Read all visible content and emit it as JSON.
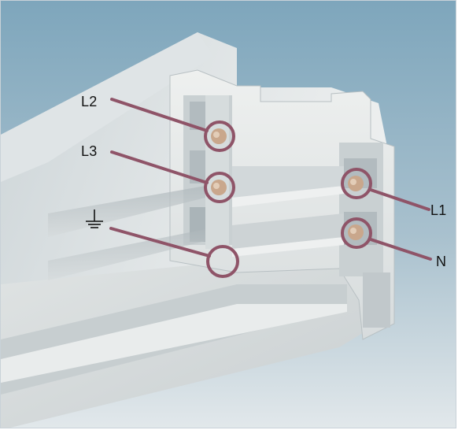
{
  "labels": {
    "l2": "L2",
    "l3": "L3",
    "l1": "L1",
    "n": "N"
  },
  "symbols": {
    "ground": "ground-symbol"
  },
  "colors": {
    "callout": "#8f5468",
    "sky_top": "#7fa7bd",
    "sky_bottom": "#dfe6ea",
    "rail": "#e9ecec",
    "rail_shadow": "#b9c2c6",
    "conductor": "#c9a78c"
  }
}
